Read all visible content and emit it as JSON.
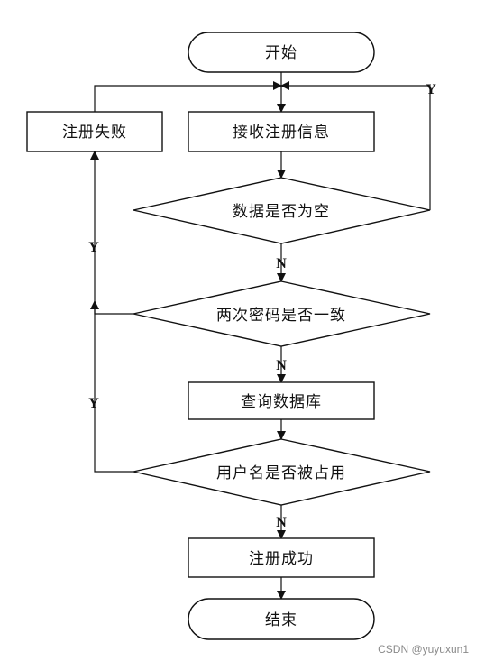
{
  "nodes": {
    "start": "开始",
    "receive": "接收注册信息",
    "fail": "注册失败",
    "empty_check": "数据是否为空",
    "password_check": "两次密码是否一致",
    "query_db": "查询数据库",
    "username_check": "用户名是否被占用",
    "success": "注册成功",
    "end": "结束"
  },
  "edge_labels": {
    "empty_yes": "Y",
    "empty_no": "N",
    "password_yes": "Y",
    "password_no": "N",
    "username_yes": "Y",
    "username_no": "N"
  },
  "watermark": "CSDN @yuyuxun1",
  "colors": {
    "line": "#111111",
    "fill": "#ffffff",
    "watermark": "#8a8a8a"
  }
}
